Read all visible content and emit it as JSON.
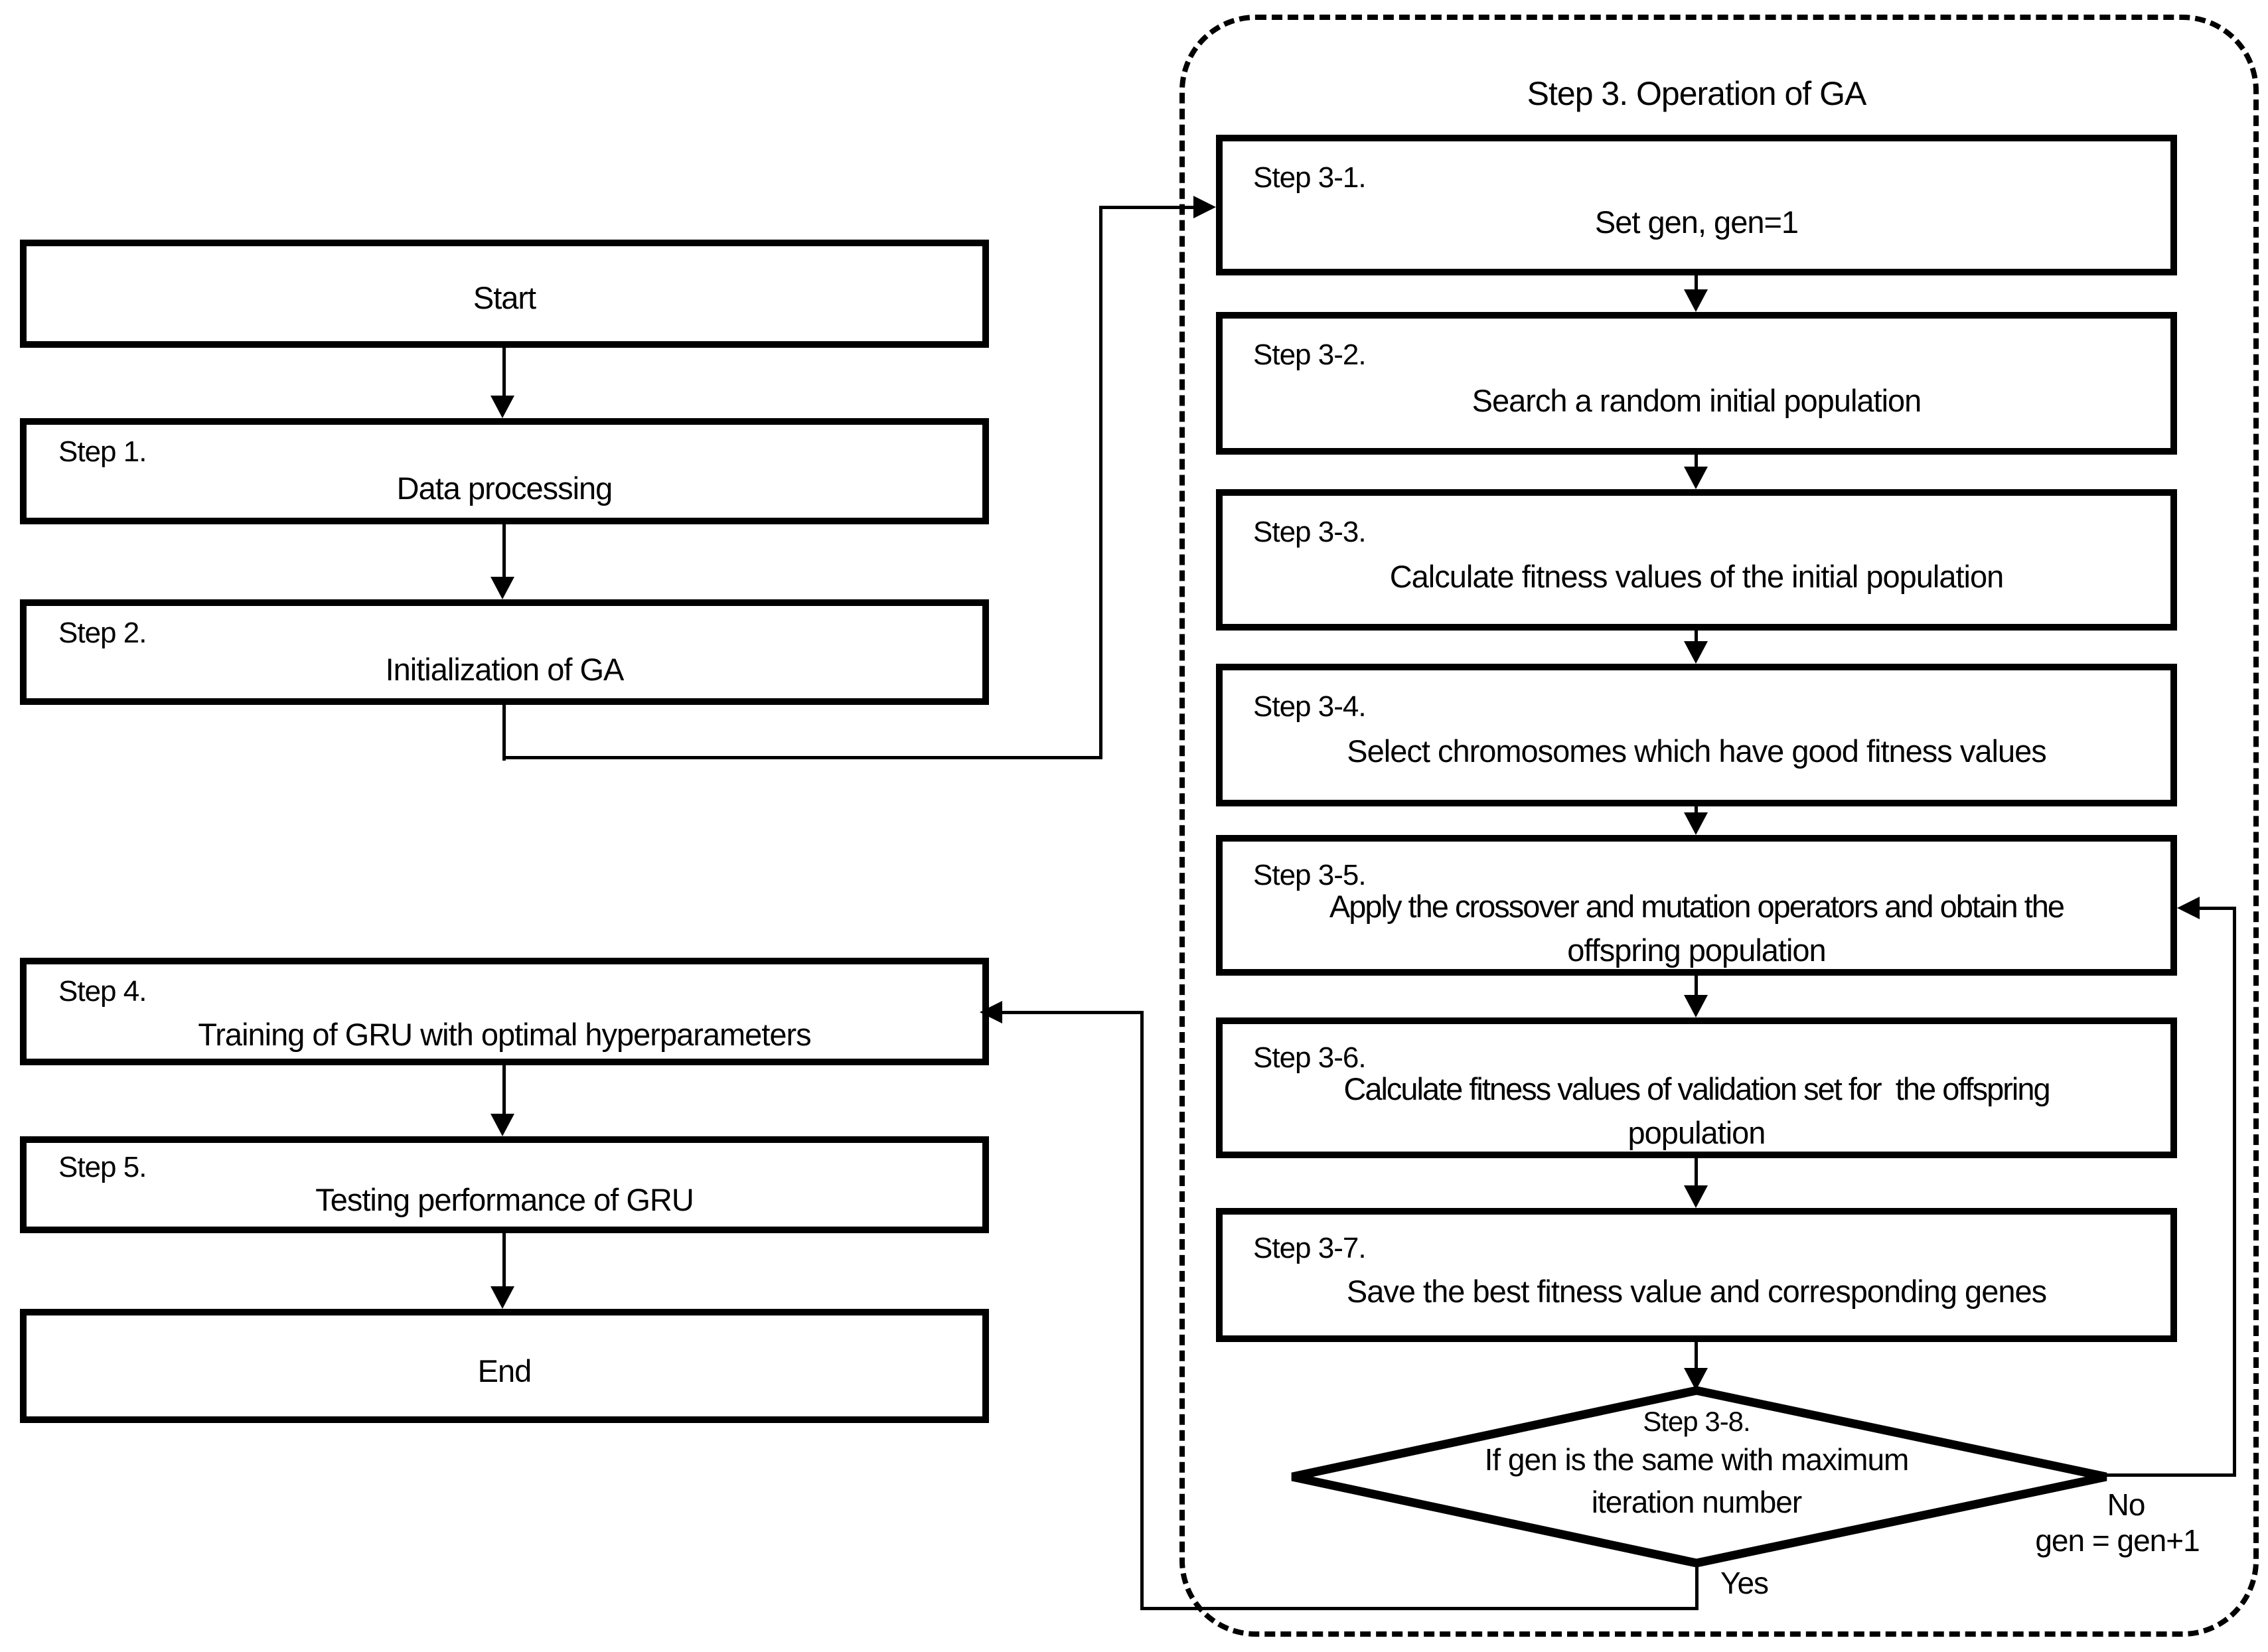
{
  "page": {
    "background_color": "#ffffff",
    "line_color": "#000000"
  },
  "left_flow": {
    "start": {
      "text": "Start"
    },
    "step1": {
      "label": "Step 1.",
      "text": "Data processing"
    },
    "step2": {
      "label": "Step 2.",
      "text": "Initialization of GA"
    },
    "step4": {
      "label": "Step 4.",
      "text": "Training of GRU with optimal hyperparameters"
    },
    "step5": {
      "label": "Step 5.",
      "text": "Testing performance of GRU"
    },
    "end": {
      "text": "End"
    }
  },
  "ga_loop": {
    "title": "Step 3. Operation of GA",
    "step3_1": {
      "label": "Step 3-1.",
      "text": "Set gen, gen=1"
    },
    "step3_2": {
      "label": "Step 3-2.",
      "text": "Search a random initial population"
    },
    "step3_3": {
      "label": "Step 3-3.",
      "text": "Calculate fitness values of the initial population"
    },
    "step3_4": {
      "label": "Step 3-4.",
      "text": "Select chromosomes which have good fitness values"
    },
    "step3_5": {
      "label": "Step 3-5.",
      "text_line1": "Apply the crossover and mutation operators and obtain the",
      "text_line2": "offspring population"
    },
    "step3_6": {
      "label": "Step 3-6.",
      "text_line1": "Calculate fitness values of validation set for  the offspring",
      "text_line2": "population"
    },
    "step3_7": {
      "label": "Step 3-7.",
      "text": "Save the best fitness value and corresponding genes"
    },
    "step3_8": {
      "label": "Step 3-8.",
      "text_line1": "If gen is the same with maximum",
      "text_line2": "iteration number"
    }
  },
  "branch_labels": {
    "yes": "Yes",
    "no": "No",
    "no_action": "gen = gen+1"
  }
}
